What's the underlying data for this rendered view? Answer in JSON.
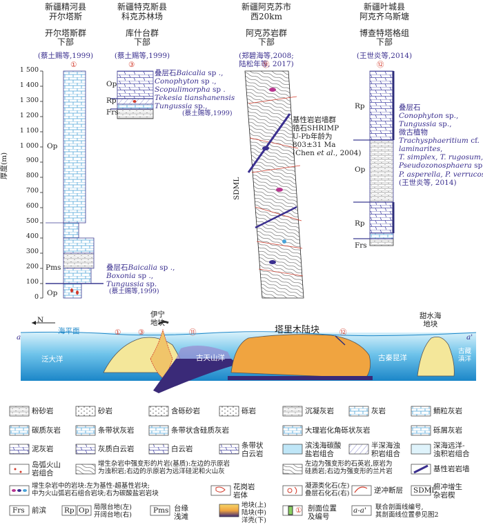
{
  "columns": [
    {
      "id": "c1",
      "region": "新疆精河县",
      "site": "开尔塔斯",
      "group": "开尔塔斯群",
      "part": "下部",
      "ref": "(蔡土赐等,1999)",
      "num": "①"
    },
    {
      "id": "c2",
      "region": "新疆特克斯县",
      "site": "科克苏林场",
      "group": "库什台群",
      "part": "下部",
      "ref": "(蔡土赐等,1999)",
      "num": "③"
    },
    {
      "id": "c3",
      "region": "新疆阿克苏市",
      "site": "西20km",
      "group": "阿克苏岩群",
      "part": "下部",
      "ref": "(郑碧海等,2008;",
      "ref2": "陆松年等, 2017)",
      "num": "⑪"
    },
    {
      "id": "c4",
      "region": "新疆叶城县",
      "site": "阿克齐乌斯塘",
      "group": "博查特塔格组",
      "part": "下部",
      "ref": "(王世炎等,2014)",
      "num": "⑫"
    }
  ],
  "axis": {
    "label": "厚度(m)",
    "ticks": [
      "1 500",
      "1 400",
      "1 300",
      "1 200",
      "1 100",
      "1 000",
      "900",
      "800",
      "700",
      "600",
      "500",
      "400",
      "300",
      "200",
      "100",
      "0"
    ]
  },
  "col1_units": {
    "op_upper": "Op",
    "pms": "Pms",
    "op_lower": "Op"
  },
  "col1_fossils": {
    "l1": "叠层石",
    "l1_it": "Baicalia",
    "l1_tail": " sp .,",
    "l2_it": "Boxonia",
    "l2_tail": " sp .,",
    "l3_it": "Tungussia",
    "l3_tail": " sp.",
    "ref": "(蔡土赐等,1999)"
  },
  "col2_units": {
    "op": "Op",
    "rp": "Rp",
    "frs": "Frs"
  },
  "col2_fossils": {
    "l1": "叠层石",
    "l1_it": "Baicalia",
    "l1_tail": " sp .,",
    "l2_it": "Conophyton",
    "l2_tail": " sp .,",
    "l3_it": "Scopulimorpha",
    "l3_tail": " sp .",
    "l4_it": "Tekesia tianshanensis",
    "l5_it": "Tungussia",
    "l5_tail": " sp.,",
    "ref": "(蔡土赐等,1999)"
  },
  "col3_note": {
    "l1": "基性岩岩墙群",
    "l2": "锆石SHRIMP",
    "l3": "U-Pb年龄为",
    "l4": "803±31 Ma",
    "l5a": "(Chen ",
    "l5b": "et al.",
    "l5c": ", 2004)",
    "sdml": "SDML"
  },
  "col4_units": {
    "rp_upper": "Rp",
    "op": "Op",
    "rp_lower": "Rp",
    "frs": "Frs"
  },
  "col4_fossils": {
    "l1": "叠层石",
    "l2_it": "Conophyton",
    "l2_tail": " sp.,",
    "l3_it": "Tungussia",
    "l3_tail": " sp.,",
    "l4": "微古植物",
    "l5_it": "Trachysphaeritium",
    "l5_tail": " cf.",
    "l6_it": "laminarites",
    "l6_tail": ",",
    "l7_it": "T. simplex, T. rugosum,",
    "l8_it": "Pseudozonosphaera",
    "l8_tail": " sp.,",
    "l9_it": "P. asperella, P. verrucosa",
    "l10": "(王世炎等, 2014)"
  },
  "section": {
    "north": "N",
    "sea_level": "海平面",
    "a_left": "a",
    "a_right": "a'",
    "yining": "伊宁",
    "yining2": "地块",
    "tarim": "塔里木陆块",
    "tianshui": "甜水海",
    "tianshui2": "地块",
    "ocean1": "泛大洋",
    "ocean2": "古天山洋",
    "ocean3": "古秦昆洋",
    "ocean4a": "古藏",
    "ocean4b": "滇洋",
    "n1": "①",
    "n3": "③",
    "n11": "⑪",
    "n12": "⑫"
  },
  "legend": {
    "r1": [
      "粉砂岩",
      "砂岩",
      "含砾砂岩",
      "砾岩",
      "沉凝灰岩",
      "灰岩",
      "鲕粒灰岩"
    ],
    "r2": [
      "碳质灰岩",
      "条带状灰岩",
      "条带状含硅质灰岩",
      "大理岩化角砾状灰岩",
      "砾屑灰岩"
    ],
    "r3": [
      "泥灰岩",
      "灰质白云岩",
      "白云岩",
      "条带状",
      "白云岩",
      "滨浅海碳酸",
      "盐岩组合",
      "半深海浊",
      "积岩组合",
      "深海远洋-",
      "浊积岩组合"
    ],
    "r4": [
      "岛弧火山",
      "岩组合",
      "增生杂岩中强变形的片岩(基质):左边的示原岩",
      "为浊积岩;右边的示原岩为远洋硅泥和火山灰",
      "左边为强变形的石英岩,原岩为",
      "硅质岩;右边为强变形的兰片岩",
      "基性岩岩墙"
    ],
    "r5": [
      "增生杂岩中的岩块:左为基性-超基性岩块;",
      "中为火山弧岩石组合岩块;右为碳酸盐岩岩块",
      "花岗岩",
      "岩体",
      "凝源类化石(左)",
      "叠层石化石(右)",
      "逆冲断层",
      "SDML",
      "俯冲增生",
      "杂岩楔"
    ],
    "r6": [
      "Frs",
      "前滨",
      "Rp",
      "Op",
      "局限台地(左)",
      "开阔台地(右)",
      "Pms",
      "台缘",
      "浅滩",
      "地块(上)",
      "陆块(中)",
      "洋壳(下)",
      "①",
      "剖面位置",
      "及编号",
      "a-a'",
      "联合剖面线编号,",
      "其剖面线位置参见图2"
    ]
  },
  "colors": {
    "limestone": "#4aa3d8",
    "dolomite_line": "#5a5ab8",
    "ocean_top": "#bfe6f7",
    "ocean_deep": "#1f8fd0",
    "tarim": "#f0a440",
    "yining": "#f4e79a",
    "frame": "#3a3a90",
    "red": "#d23a2a"
  }
}
